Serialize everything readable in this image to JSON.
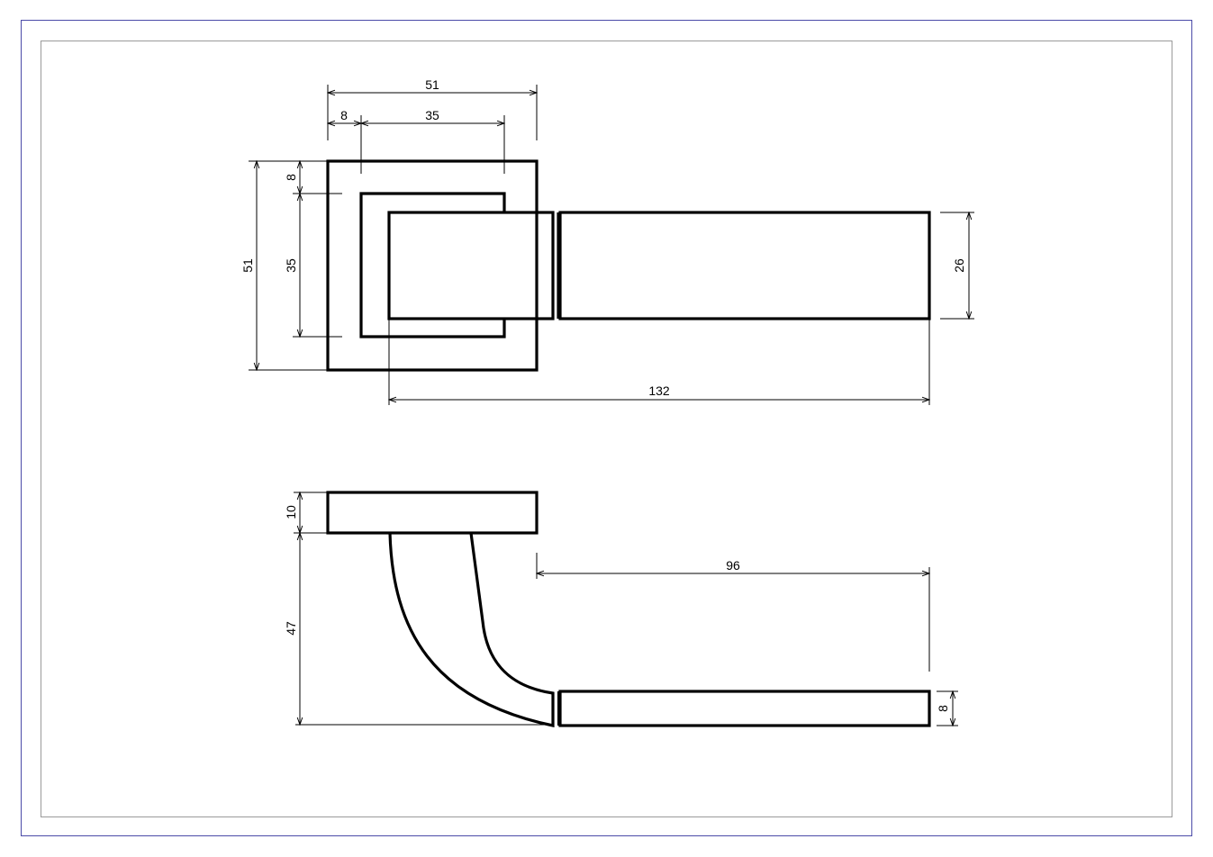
{
  "colors": {
    "outer_border": "#4b4ba8",
    "inner_border": "#9a9a9a",
    "lines": "#000000",
    "background": "#ffffff"
  },
  "front_view": {
    "dims": {
      "rose_width": "51",
      "offset_width": "8",
      "inner_width": "35",
      "rose_height": "51",
      "offset_height": "8",
      "inner_height": "35",
      "lever_height": "26",
      "total_length": "132"
    }
  },
  "side_view": {
    "dims": {
      "rose_thickness": "10",
      "projection": "47",
      "lever_length": "96",
      "lever_thickness": "8"
    }
  }
}
